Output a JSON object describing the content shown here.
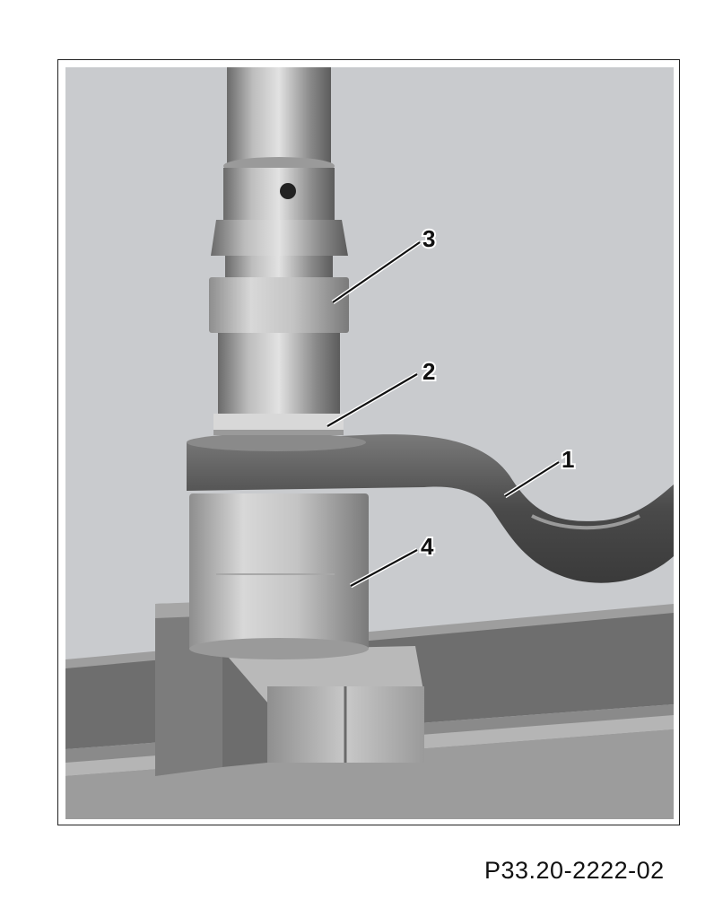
{
  "figure": {
    "reference": "P33.20-2222-02",
    "callouts": [
      {
        "label": "1"
      },
      {
        "label": "2"
      },
      {
        "label": "3"
      },
      {
        "label": "4"
      }
    ]
  },
  "colors": {
    "background": "#c9cbce",
    "metal_light": "#cfcfcf",
    "metal_dark": "#5d5d5d",
    "arm": "#4f4f4f"
  }
}
